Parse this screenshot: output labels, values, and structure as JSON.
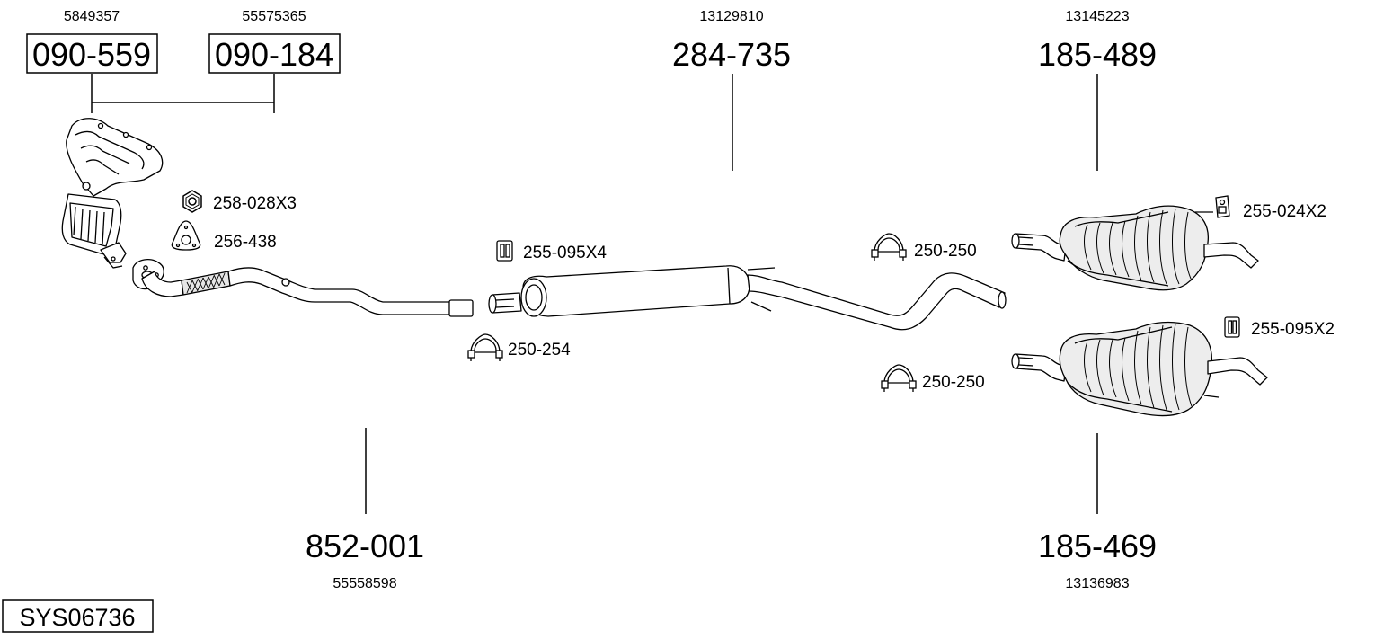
{
  "system_code": "SYS06736",
  "parts": {
    "manifold_a": {
      "part_no": "090-559",
      "oem_no": "5849357"
    },
    "manifold_b": {
      "part_no": "090-184",
      "oem_no": "55575365"
    },
    "front_pipe": {
      "part_no": "852-001",
      "oem_no": "55558598"
    },
    "middle_silencer": {
      "part_no": "284-735",
      "oem_no": "13129810"
    },
    "rear_silencer_a": {
      "part_no": "185-489",
      "oem_no": "13145223"
    },
    "rear_silencer_b": {
      "part_no": "185-469",
      "oem_no": "13136983"
    }
  },
  "accessories": {
    "nut": "258-028X3",
    "gasket": "256-438",
    "rubber_mount_middle": "255-095X4",
    "clamp_front": "250-254",
    "clamp_middle": "250-250",
    "clamp_rear": "250-250",
    "rubber_mount_rear_a": "255-024X2",
    "rubber_mount_rear_b": "255-095X2"
  }
}
